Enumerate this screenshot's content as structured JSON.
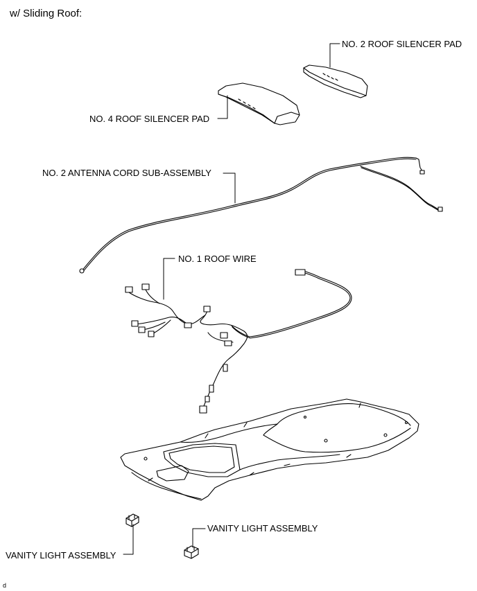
{
  "header": {
    "title": "w/ Sliding Roof:"
  },
  "labels": {
    "no2_roof_silencer_pad": "NO. 2 ROOF SILENCER PAD",
    "no4_roof_silencer_pad": "NO. 4 ROOF SILENCER PAD",
    "no2_antenna_cord": "NO. 2 ANTENNA CORD SUB-ASSEMBLY",
    "no1_roof_wire": "NO. 1 ROOF WIRE",
    "vanity_light_right": "VANITY LIGHT ASSEMBLY",
    "vanity_light_left": "VANITY LIGHT ASSEMBLY"
  },
  "footer": {
    "code": "d"
  }
}
